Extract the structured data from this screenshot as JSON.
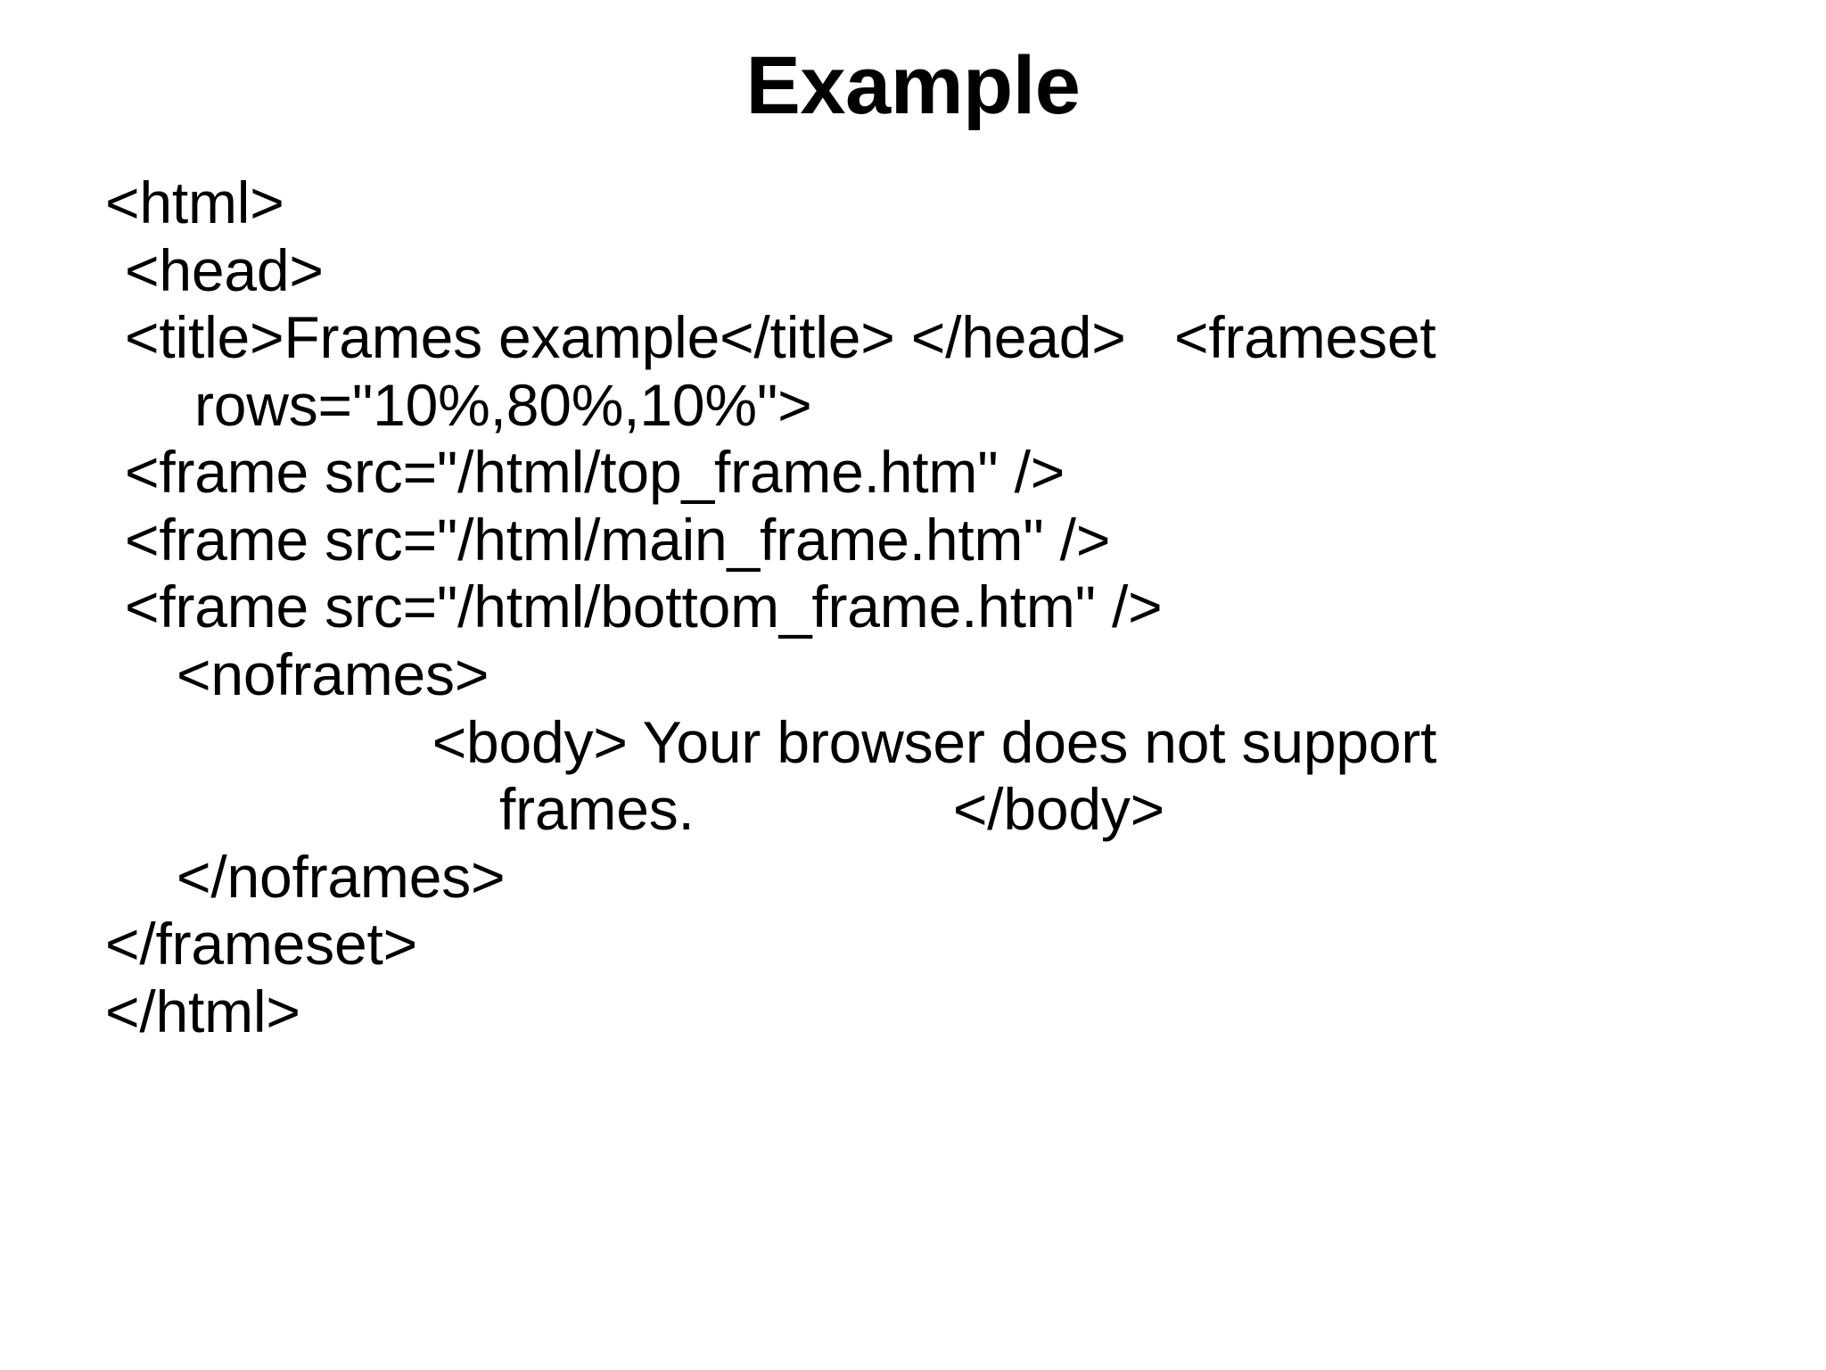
{
  "slide": {
    "title": "Example",
    "background_color": "#ffffff",
    "text_color": "#000000",
    "code_lines": [
      {
        "text": "<html>",
        "indent": 0
      },
      {
        "text": "<head>",
        "indent": 1
      },
      {
        "text": "<title>Frames example</title> </head>   <frameset",
        "indent": 1
      },
      {
        "text": "rows=\"10%,80%,10%\">",
        "indent": 4
      },
      {
        "text": "<frame src=\"/html/top_frame.htm\" />",
        "indent": 1
      },
      {
        "text": "<frame src=\"/html/main_frame.htm\" />",
        "indent": 1
      },
      {
        "text": "<frame src=\"/html/bottom_frame.htm\" />",
        "indent": 1
      },
      {
        "text": "<noframes>",
        "indent": 3
      },
      {
        "text": "<body> Your browser does not support",
        "indent": 0
      },
      {
        "text": "frames.                </body>",
        "indent": 0
      },
      {
        "text": "</noframes>",
        "indent": 2
      },
      {
        "text": "</frameset>",
        "indent": 0
      },
      {
        "text": "</html>",
        "indent": 0
      }
    ]
  }
}
